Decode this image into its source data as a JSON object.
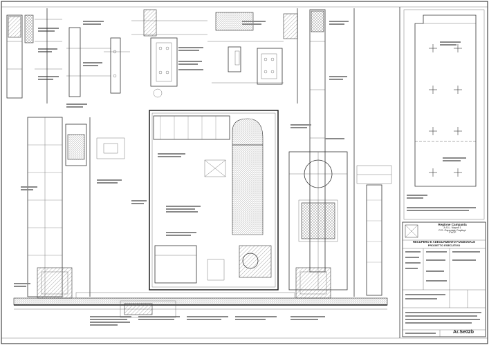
{
  "title_block": {
    "org_line1": "Regione Campania",
    "org_line2": "A.S.L. Napoli 1",
    "org_line3": "P.O. Ospedale Capilupi",
    "org_line4": "1°ACP",
    "project_line1": "RECUPERO E ADEGUAMENTO FUNZIONALE",
    "project_line2": "PROGETTO ESECUTIVO",
    "drawing_code": "Ar.Se02b"
  }
}
